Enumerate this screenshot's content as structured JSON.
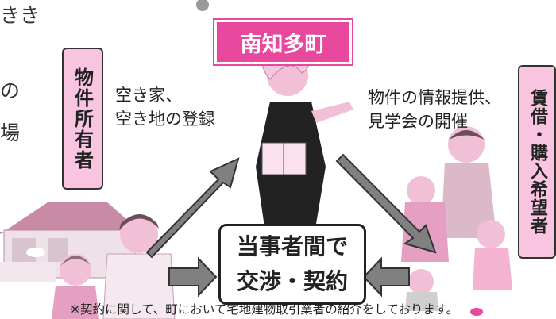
{
  "left_fragments": [
    "きき",
    "の",
    "場"
  ],
  "town": "南知多町",
  "owner": "物件所有者",
  "owner_action": [
    "空き家、",
    "空き地の登録"
  ],
  "town_action": [
    "物件の情報提供、",
    "見学会の開催"
  ],
  "seeker": "賃借・購入希望者",
  "negotiation": [
    "当事者間で",
    "交渉・契約"
  ],
  "footnote": "※契約に関して、町において宅地建物取引業者の紹介をしております。",
  "colors": {
    "pink": "#e7479c",
    "light_pink": "#f8c4df",
    "arrow_gray": "#808080"
  }
}
